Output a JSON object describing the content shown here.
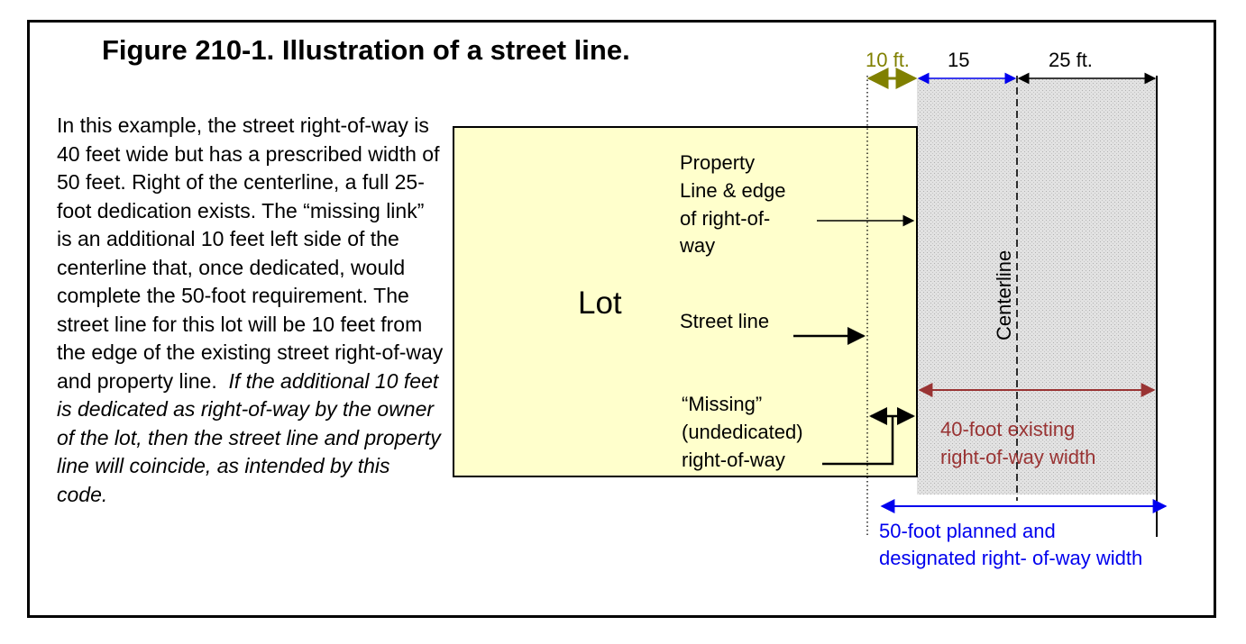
{
  "figure_title": "Figure 210-1.  Illustration of a street line.",
  "description": {
    "normal": "In this example, the street right-of-way is 40 feet wide but has a prescribed width of 50 feet.  Right of the centerline, a full 25-foot dedication exists.  The “missing link” is an additional 10 feet left side of the centerline that, once dedicated, would complete the 50-foot requirement.  The street line for this lot will be 10 feet from the edge of the existing street right-of-way and property line.",
    "italic": "If the additional 10 feet is dedicated as right-of-way by the owner of the lot, then the street line and property line will coincide, as intended by this code."
  },
  "diagram": {
    "dimensions": {
      "missing_width_label": "10 ft.",
      "left_existing_label": "15",
      "right_existing_label": "25 ft."
    },
    "lot_label": "Lot",
    "property_line_label": [
      "Property",
      "Line & edge",
      "of right-of-",
      "way"
    ],
    "street_line_label": "Street line",
    "missing_label": [
      "“Missing”",
      "(undedicated)",
      "right-of-way"
    ],
    "centerline_label": "Centerline",
    "existing_width_label": [
      "40-foot existing",
      "right-of-way width"
    ],
    "planned_width_label": [
      "50-foot planned and",
      "designated right- of-way width"
    ],
    "colors": {
      "lot_fill": "#ffffcc",
      "missing_strip_fill": "#f6f29a",
      "row_fill": "#dcdcdc",
      "olive": "#808000",
      "blue": "#0000ee",
      "maroon": "#993333"
    }
  }
}
